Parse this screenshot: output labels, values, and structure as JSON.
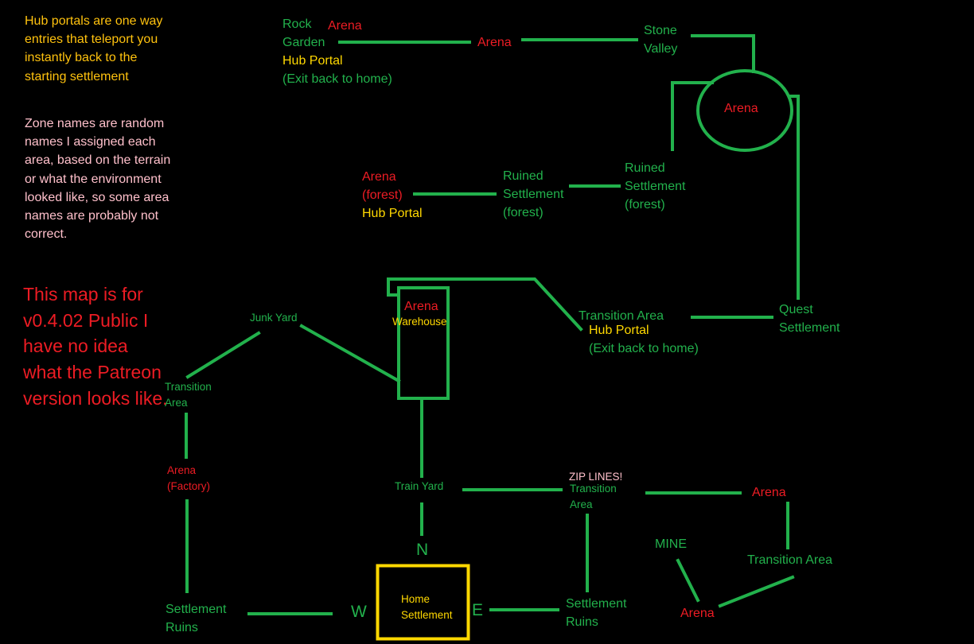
{
  "notes": {
    "hub_portals": "Hub portals are one way entries that teleport you instantly back to the starting settlement",
    "zone_names": "Zone names are random names I assigned each area, based on the terrain or what the environment looked like, so some area names are probably not correct.",
    "version": "This map is for v0.4.02 Public I have no idea what the Patreon version looks like."
  },
  "nodes": {
    "rock_garden": "Rock\nGarden",
    "rock_garden_arena": "Arena",
    "rock_garden_portal": "Hub Portal",
    "rock_garden_exit": "(Exit back to home)",
    "arena_top": "Arena",
    "stone_valley": "Stone\nValley",
    "arena_circle": "Arena",
    "arena_forest": "Arena\n(forest)",
    "arena_forest_portal": "Hub Portal",
    "ruined_settlement_1": "Ruined\nSettlement\n(forest)",
    "ruined_settlement_2": "Ruined\nSettlement\n(forest)",
    "warehouse_arena": "Arena",
    "warehouse": "Warehouse",
    "transition_area_mid": "Transition Area",
    "transition_portal": "Hub Portal",
    "transition_exit": "(Exit back to home)",
    "quest_settlement": "Quest\nSettlement",
    "junk_yard": "Junk Yard",
    "transition_area_left": "Transition\nArea",
    "arena_factory": "Arena\n(Factory)",
    "train_yard": "Train Yard",
    "zip_lines": "ZIP LINES!",
    "transition_area_zip": "Transition\nArea",
    "arena_right": "Arena",
    "mine": "MINE",
    "transition_area_right": "Transition Area",
    "arena_bottom": "Arena",
    "settlement_ruins_left": "Settlement\nRuins",
    "settlement_ruins_right": "Settlement\nRuins",
    "home_settlement": "Home\nSettlement",
    "compass_n": "N",
    "compass_w": "W",
    "compass_e": "E"
  },
  "colors": {
    "line": "#22b14c",
    "zone": "#22b14c",
    "arena": "#ed1c24",
    "portal": "#ffd800",
    "home_box": "#ffd800"
  }
}
